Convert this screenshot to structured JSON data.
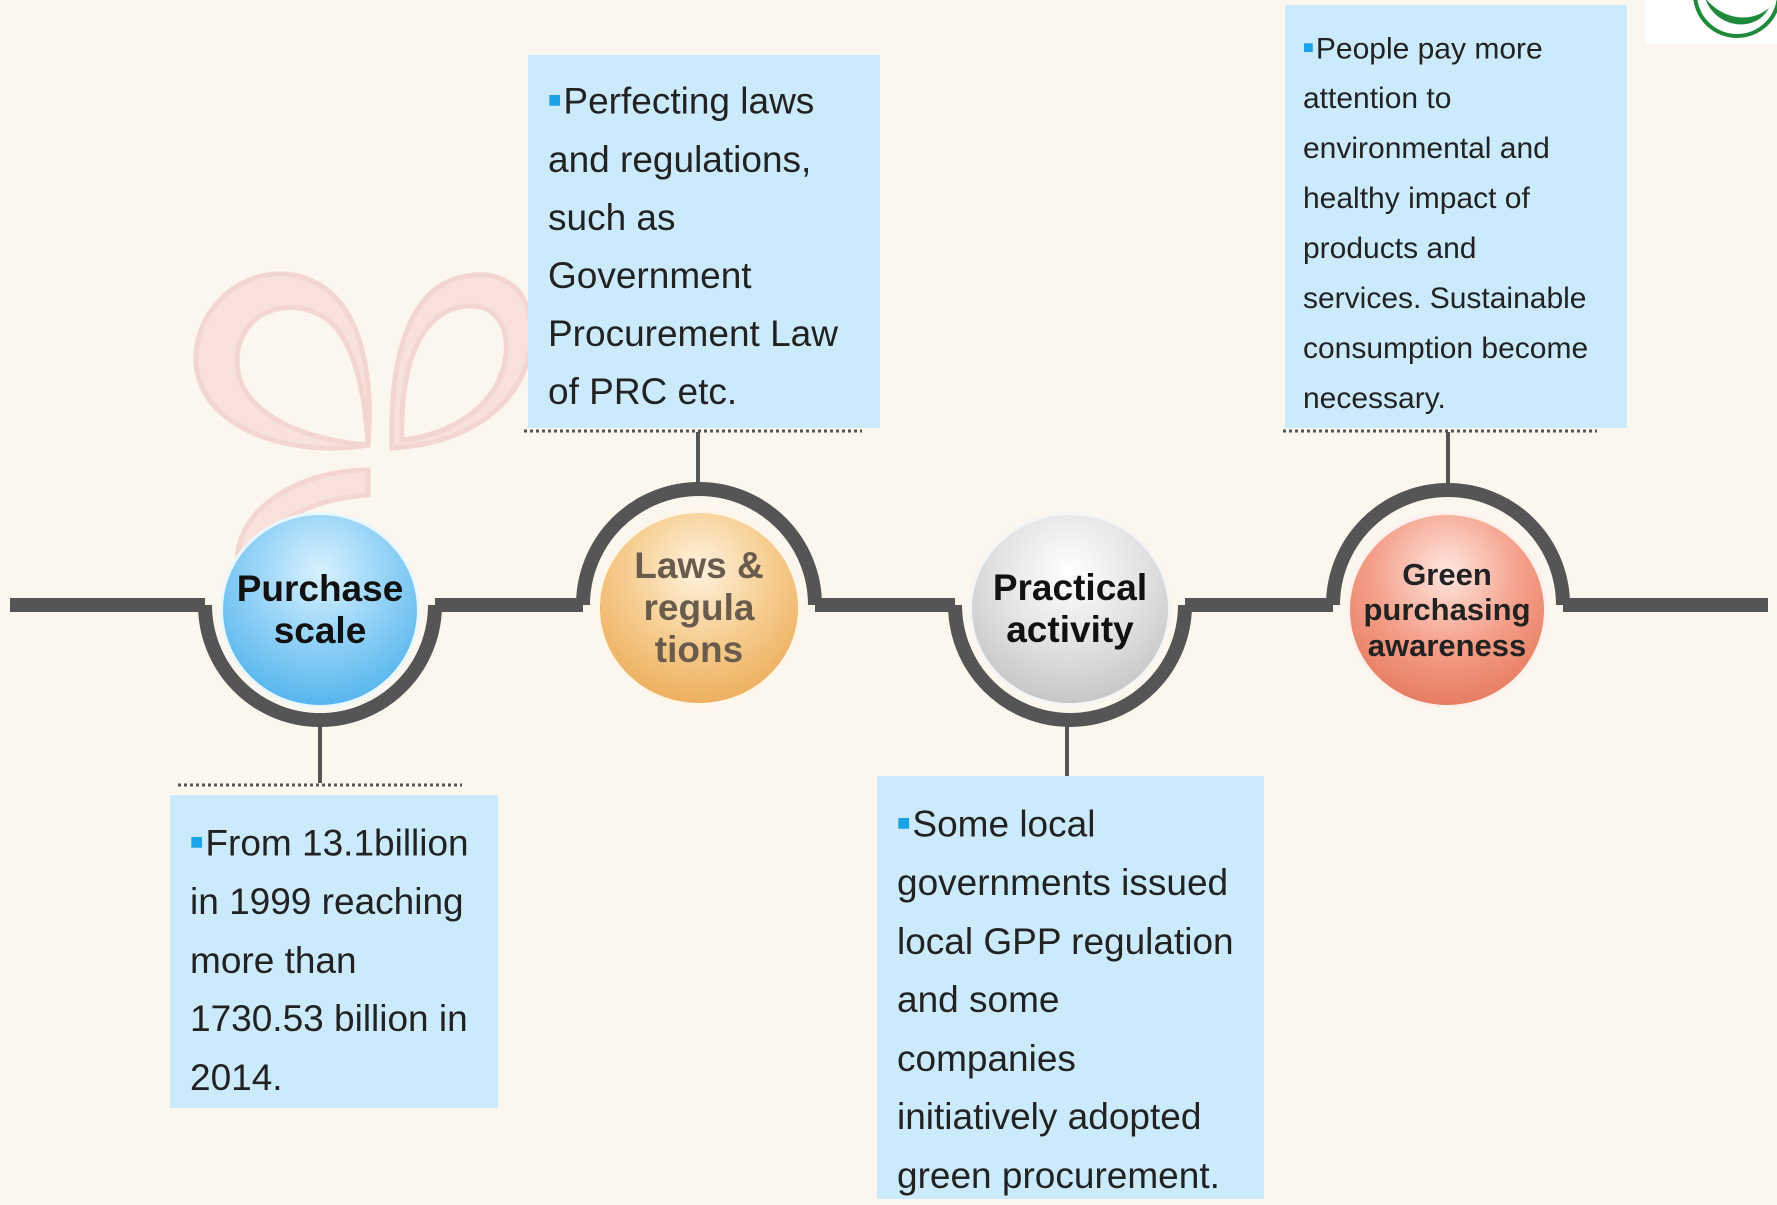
{
  "nodes": {
    "purchase": {
      "line1": "Purchase",
      "line2": "scale"
    },
    "laws": {
      "line1": "Laws &",
      "line2": "regula",
      "line3": "tions"
    },
    "practical": {
      "line1": "Practical",
      "line2": "activity"
    },
    "green": {
      "line1": "Green",
      "line2": "purchasing",
      "line3": "awareness"
    }
  },
  "boxes": {
    "laws": {
      "lines": [
        "Perfecting laws",
        "and regulations,",
        "such as",
        "Government",
        "Procurement  Law",
        "of PRC etc."
      ]
    },
    "green": {
      "lines": [
        "People pay more",
        "attention to",
        "environmental and",
        "healthy impact  of",
        "products and",
        "services. Sustainable",
        "consumption become",
        "necessary."
      ]
    },
    "purchase": {
      "lines": [
        "From 13.1billion",
        "in 1999 reaching",
        "more than",
        "1730.53 billion in",
        "2014."
      ]
    },
    "practical": {
      "lines": [
        "Some local",
        "governments issued",
        "local GPP regulation",
        "and some",
        "companies",
        "initiatively adopted",
        "green procurement."
      ]
    }
  },
  "colors": {
    "background": "#fcf7ee",
    "box_fill": "#cbebfd",
    "bullet": "#1aa3e6",
    "line": "#555555",
    "purchase_node": "#3aa8e8",
    "laws_node": "#e8a045",
    "practical_node": "#b8b8b8",
    "green_node": "#e06a4e",
    "logo_green": "#1e8a3a"
  },
  "icons": {
    "logo": "green-leaf-logo-icon",
    "decoration": "pink-petal-decoration-icon",
    "bullet": "square-bullet-icon"
  }
}
